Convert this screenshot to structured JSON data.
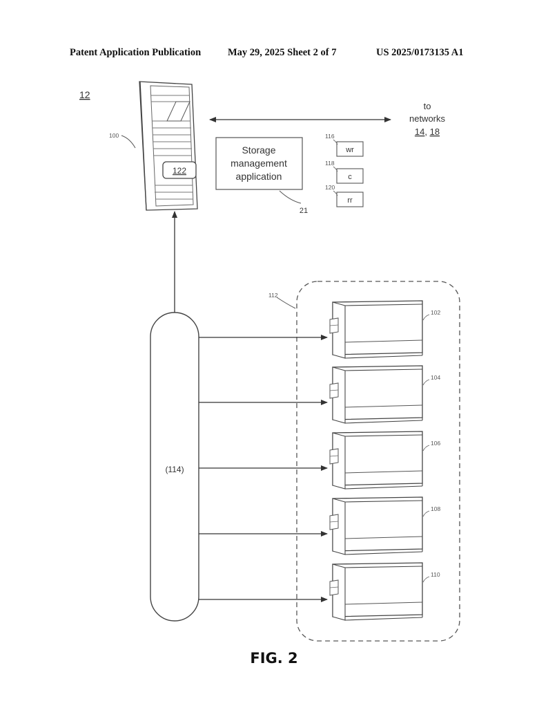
{
  "header": {
    "left": "Patent Application Publication",
    "middle": "May 29, 2025  Sheet 2 of 7",
    "right": "US 2025/0173135 A1"
  },
  "figure": {
    "caption": "FIG. 2",
    "system_ref": "12",
    "server": {
      "ref": "100",
      "inner_label": "122"
    },
    "app": {
      "line1": "Storage",
      "line2": "management",
      "line3": "application",
      "ref": "21"
    },
    "network": {
      "line1": "to",
      "line2": "networks",
      "ref_a": "14",
      "sep": ", ",
      "ref_b": "18"
    },
    "params": [
      {
        "ref": "116",
        "label": "wr"
      },
      {
        "ref": "118",
        "label": "c"
      },
      {
        "ref": "120",
        "label": "rr"
      }
    ],
    "bus_label": "(114)",
    "group_ref": "112",
    "drives": [
      {
        "ref": "102"
      },
      {
        "ref": "104"
      },
      {
        "ref": "106"
      },
      {
        "ref": "108"
      },
      {
        "ref": "110"
      }
    ]
  }
}
